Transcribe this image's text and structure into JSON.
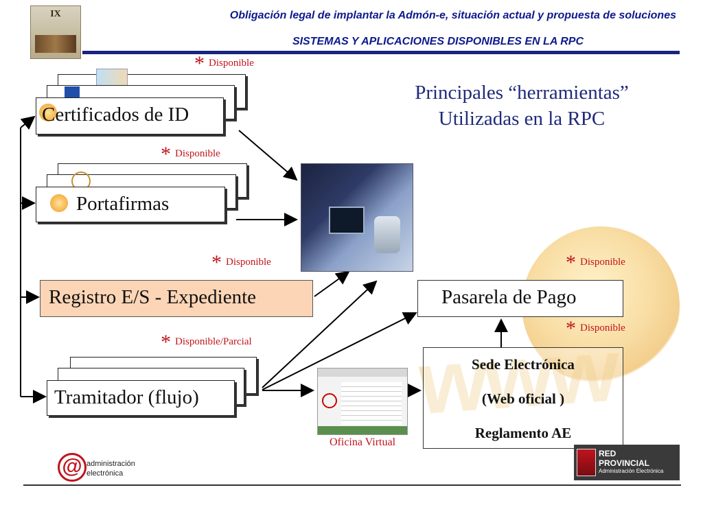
{
  "header": {
    "line1": "Obligación legal de implantar la Admón-e, situación actual y propuesta de soluciones",
    "line2": "SISTEMAS Y APLICACIONES DISPONIBLES EN LA RPC",
    "cover_number": "IX"
  },
  "title": {
    "line1": "Principales “herramientas”",
    "line2": "Utilizadas en la RPC"
  },
  "star": "*",
  "boxes": {
    "certificados": "Certificados de ID",
    "portafirmas": "Portafirmas",
    "registro": "Registro E/S - Expediente",
    "tramitador": "Tramitador (flujo)",
    "pasarela": "Pasarela de Pago",
    "sede_line1": "Sede Electrónica",
    "sede_line2": "(Web oficial )",
    "sede_line3": "Reglamento AE"
  },
  "status": {
    "certificados": "Disponible",
    "portafirmas": "Disponible",
    "registro": "Disponible",
    "tramitador": "Disponible/Parcial",
    "pasarela": "Disponible",
    "sede": "Disponible"
  },
  "oficina_label": "Oficina Virtual",
  "footer": {
    "ae_line1": "administración",
    "ae_line2": "electrónica",
    "rp_line1": "RED",
    "rp_line2": "PROVINCIAL",
    "rp_line3": "Administración Electrónica"
  },
  "colors": {
    "header_blue": "#0d1a8c",
    "status_red": "#c0131c",
    "registro_fill": "#fbd5b5",
    "title_blue": "#1f2a7a"
  }
}
